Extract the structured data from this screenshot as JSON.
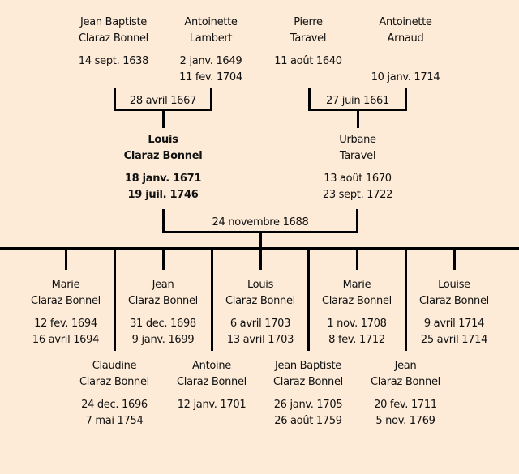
{
  "grandparents": [
    {
      "first": "Jean Baptiste",
      "last": "Claraz Bonnel",
      "birth": "14 sept. 1638",
      "death": ""
    },
    {
      "first": "Antoinette",
      "last": "Lambert",
      "birth": "2 janv. 1649",
      "death": "11 fev. 1704"
    },
    {
      "first": "Pierre",
      "last": "Taravel",
      "birth": "11 août 1640",
      "death": ""
    },
    {
      "first": "Antoinette",
      "last": "Arnaud",
      "birth": "",
      "death": "10 janv. 1714"
    }
  ],
  "grandparent_marriages": [
    "28 avril 1667",
    "27 juin 1661"
  ],
  "parents": [
    {
      "first": "Louis",
      "last": "Claraz Bonnel",
      "birth": "18 janv. 1671",
      "death": "19 juil. 1746"
    },
    {
      "first": "Urbane",
      "last": "Taravel",
      "birth": "13 août 1670",
      "death": "23 sept. 1722"
    }
  ],
  "parent_marriage": "24 novembre 1688",
  "children_row1": [
    {
      "first": "Marie",
      "last": "Claraz Bonnel",
      "birth": "12 fev. 1694",
      "death": "16 avril 1694"
    },
    {
      "first": "Jean",
      "last": "Claraz Bonnel",
      "birth": "31 dec. 1698",
      "death": "9 janv. 1699"
    },
    {
      "first": "Louis",
      "last": "Claraz Bonnel",
      "birth": "6 avril 1703",
      "death": "13 avril 1703"
    },
    {
      "first": "Marie",
      "last": "Claraz Bonnel",
      "birth": "1 nov. 1708",
      "death": "8 fev. 1712"
    },
    {
      "first": "Louise",
      "last": "Claraz Bonnel",
      "birth": "9 avril 1714",
      "death": "25 avril 1714"
    }
  ],
  "children_row2": [
    {
      "first": "Claudine",
      "last": "Claraz Bonnel",
      "birth": "24 dec. 1696",
      "death": "7 mai 1754"
    },
    {
      "first": "Antoine",
      "last": "Claraz Bonnel",
      "birth": "12 janv. 1701",
      "death": ""
    },
    {
      "first": "Jean Baptiste",
      "last": "Claraz Bonnel",
      "birth": "26 janv. 1705",
      "death": "26 août 1759"
    },
    {
      "first": "Jean",
      "last": "Claraz Bonnel",
      "birth": "20 fev. 1711",
      "death": "5 nov. 1769"
    }
  ],
  "colors": {
    "background": "#fdebd7",
    "line": "#000000",
    "text": "#111111"
  }
}
